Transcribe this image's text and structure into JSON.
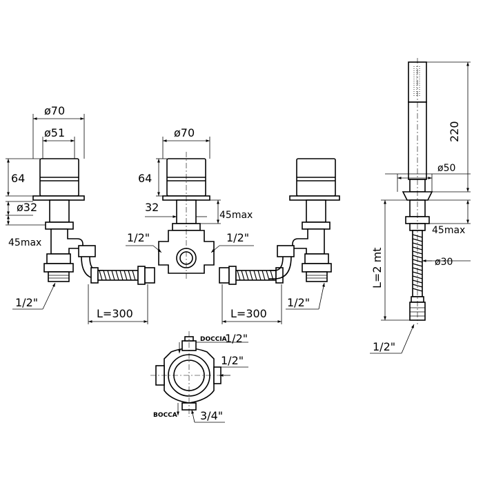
{
  "left_valve": {
    "dia_outer": "ø70",
    "dia_inner": "ø51",
    "height": "64",
    "dia_stem": "ø32",
    "max_depth": "45max",
    "thread": "1/2\""
  },
  "center_mixer": {
    "dia_outer": "ø70",
    "height": "64",
    "stem": "32",
    "max_depth": "45max",
    "thread_left": "1/2\"",
    "thread_right": "1/2\""
  },
  "right_valve": {
    "thread": "1/2\""
  },
  "hoses": {
    "left_length": "L=300",
    "right_length": "L=300"
  },
  "hand_shower": {
    "height": "220",
    "dia_holder": "ø50",
    "max_depth": "45max",
    "dia_hose": "ø30",
    "hose_length": "L=2 mt",
    "thread": "1/2\""
  },
  "top_view": {
    "doccia_label": "DOCCIA",
    "doccia_thread": "1/2\"",
    "inlet_thread": "1/2\"",
    "bocca_label": "BOCCA",
    "bocca_thread": "3/4\""
  }
}
